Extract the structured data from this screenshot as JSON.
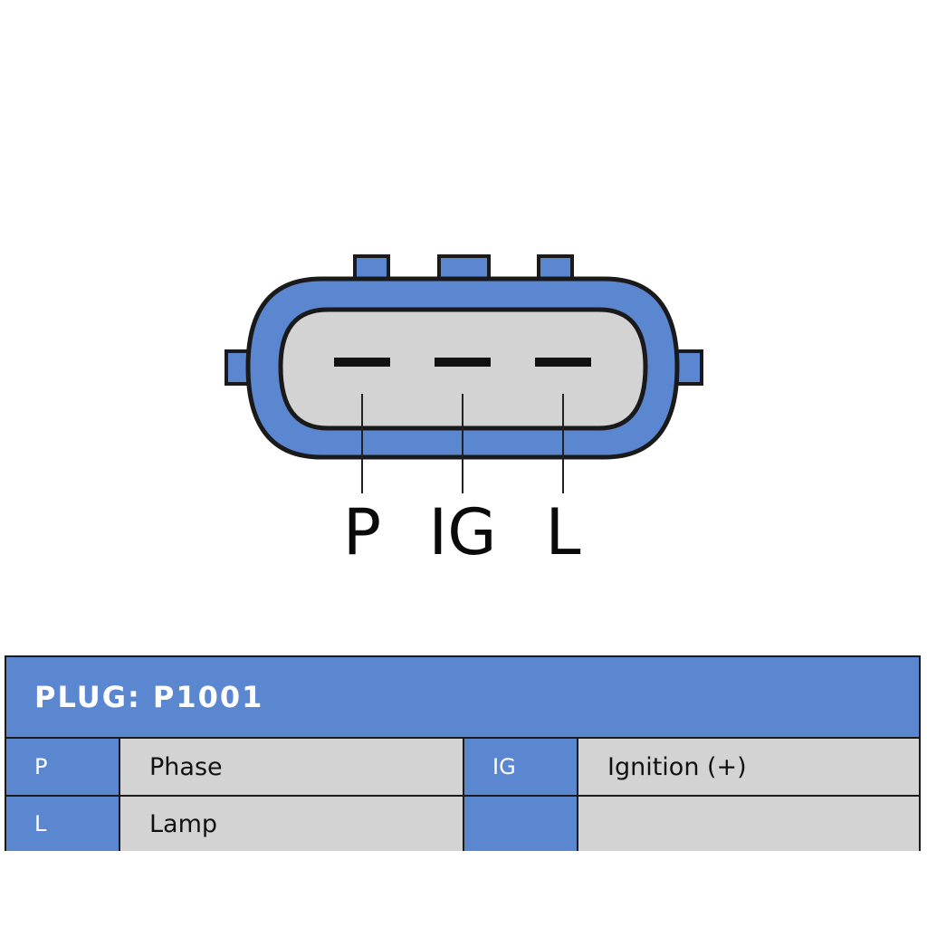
{
  "connector": {
    "pins": [
      {
        "label": "P"
      },
      {
        "label": "IG"
      },
      {
        "label": "L"
      }
    ],
    "colors": {
      "housing": "#5b87d0",
      "face": "#d3d3d3",
      "outline": "#1a1a1a"
    }
  },
  "table": {
    "title": "PLUG: P1001",
    "rows": [
      {
        "code1": "P",
        "desc1": "Phase",
        "code2": "IG",
        "desc2": "Ignition (+)"
      },
      {
        "code1": "L",
        "desc1": "Lamp",
        "code2": "",
        "desc2": ""
      }
    ]
  }
}
